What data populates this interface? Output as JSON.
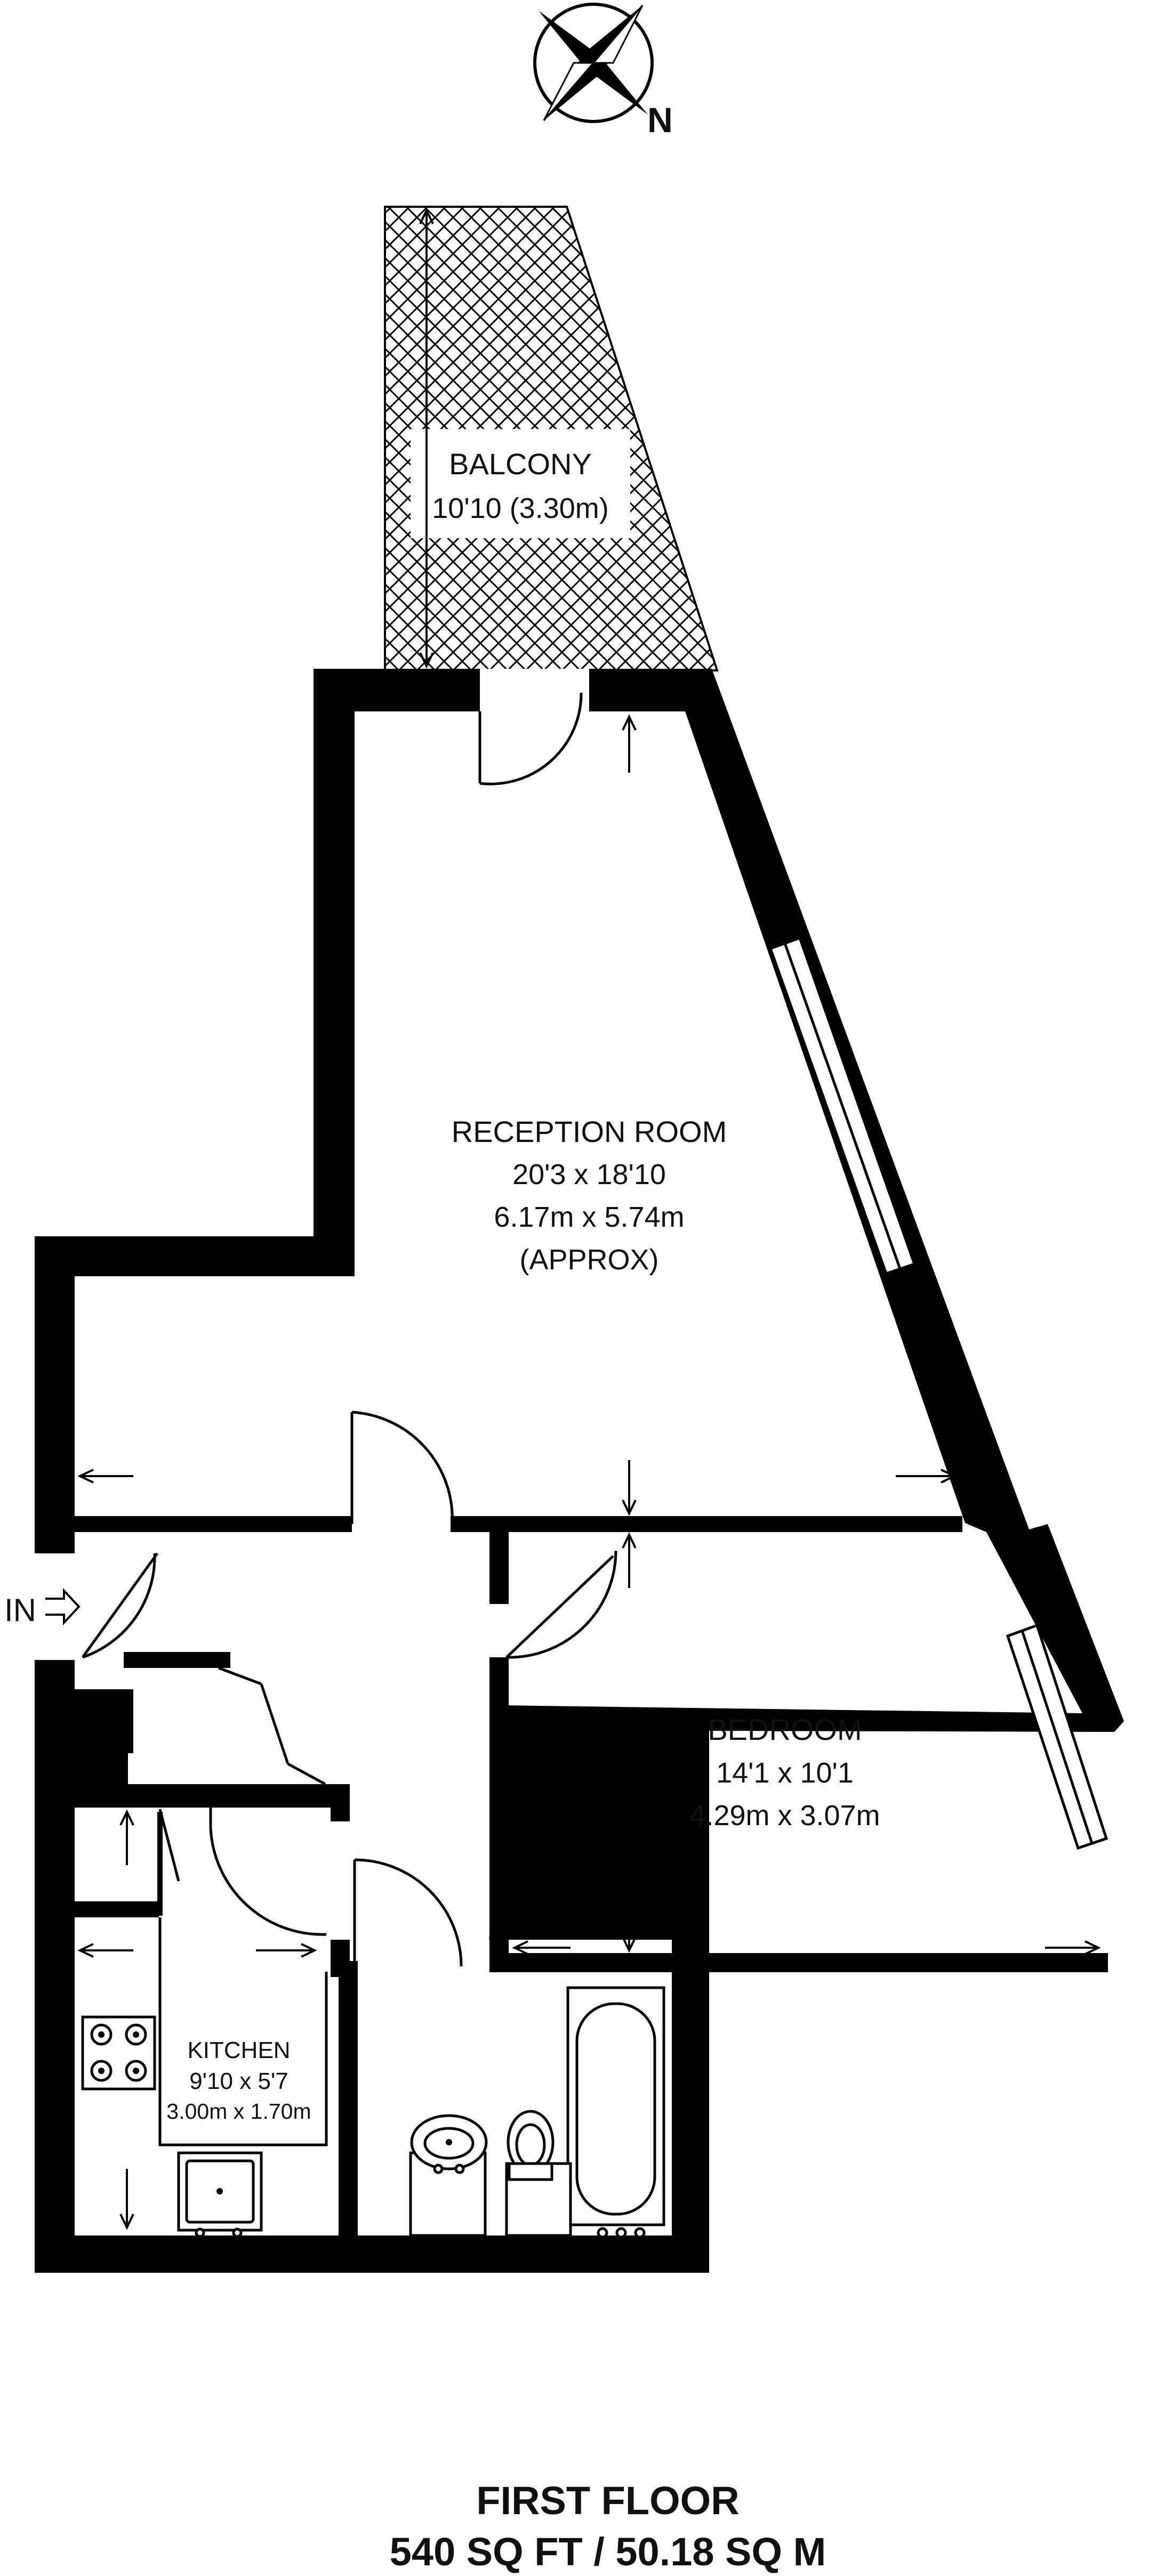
{
  "compass": {
    "label": "N",
    "icon": "compass-rose-icon"
  },
  "balcony": {
    "name": "BALCONY",
    "dimensions": "10'10 (3.30m)"
  },
  "reception": {
    "name": "RECEPTION ROOM",
    "imperial": "20'3 x 18'10",
    "metric": "6.17m x 5.74m",
    "note": "(APPROX)"
  },
  "bedroom": {
    "name": "BEDROOM",
    "imperial": "14'1 x 10'1",
    "metric": "4.29m x 3.07m"
  },
  "kitchen": {
    "name": "KITCHEN",
    "imperial": "9'10 x 5'7",
    "metric": "3.00m x 1.70m"
  },
  "entrance": {
    "label": "IN"
  },
  "footer": {
    "floor": "FIRST FLOOR",
    "area": "540 SQ FT / 50.18 SQ M"
  },
  "colors": {
    "wall": "#000000",
    "background": "#ffffff",
    "hatch": "#000000"
  }
}
